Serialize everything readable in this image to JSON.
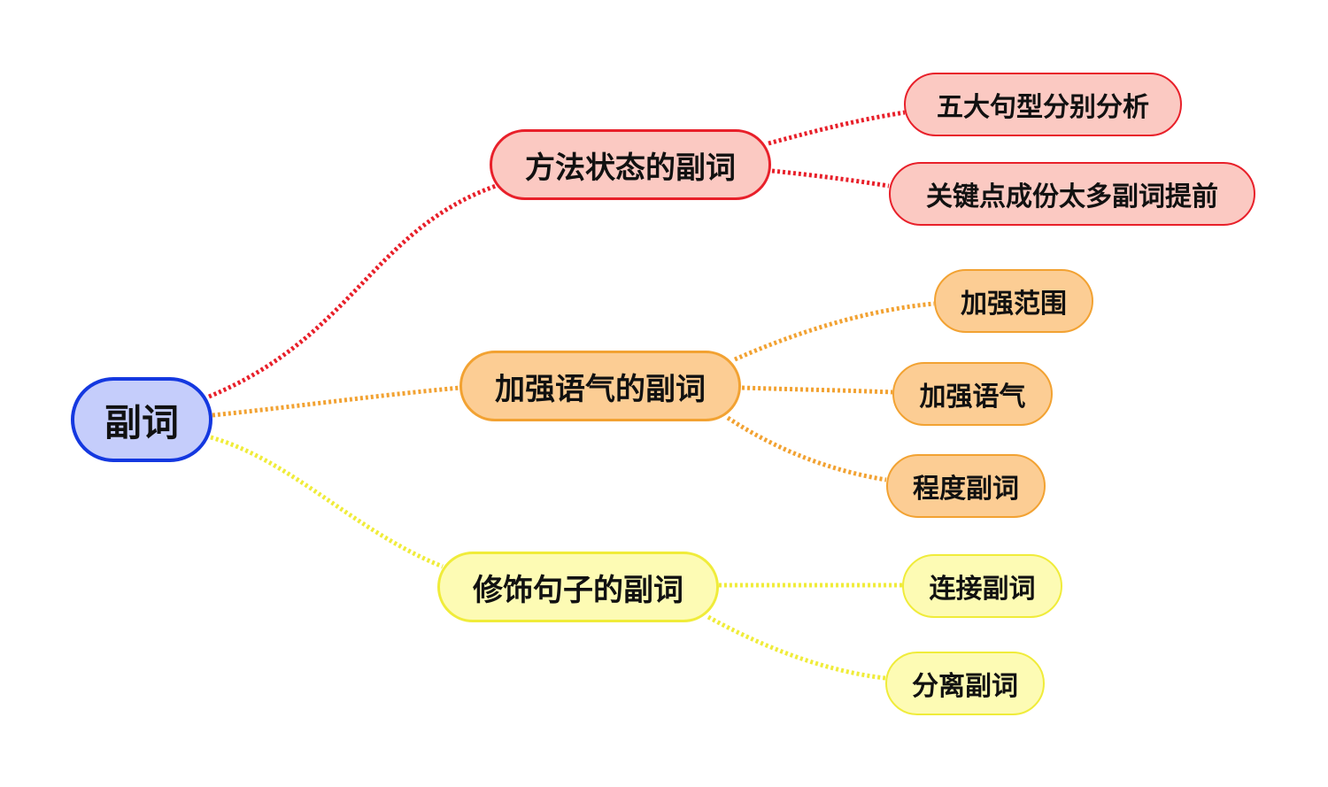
{
  "colors": {
    "root_border": "#1438e0",
    "root_fill": "#c5cdfb",
    "red_border": "#e8202a",
    "red_fill": "#fbc9c2",
    "orange_border": "#f2a232",
    "orange_fill": "#fccd94",
    "yellow_border": "#f0ec3a",
    "yellow_fill": "#fdfbb4"
  },
  "root": {
    "label": "副词"
  },
  "branches": [
    {
      "label": "方法状态的副词",
      "color": "red",
      "children": [
        {
          "label": "五大句型分别分析"
        },
        {
          "label": "关键点成份太多副词提前"
        }
      ]
    },
    {
      "label": "加强语气的副词",
      "color": "orange",
      "children": [
        {
          "label": "加强范围"
        },
        {
          "label": "加强语气"
        },
        {
          "label": "程度副词"
        }
      ]
    },
    {
      "label": "修饰句子的副词",
      "color": "yellow",
      "children": [
        {
          "label": "连接副词"
        },
        {
          "label": "分离副词"
        }
      ]
    }
  ]
}
